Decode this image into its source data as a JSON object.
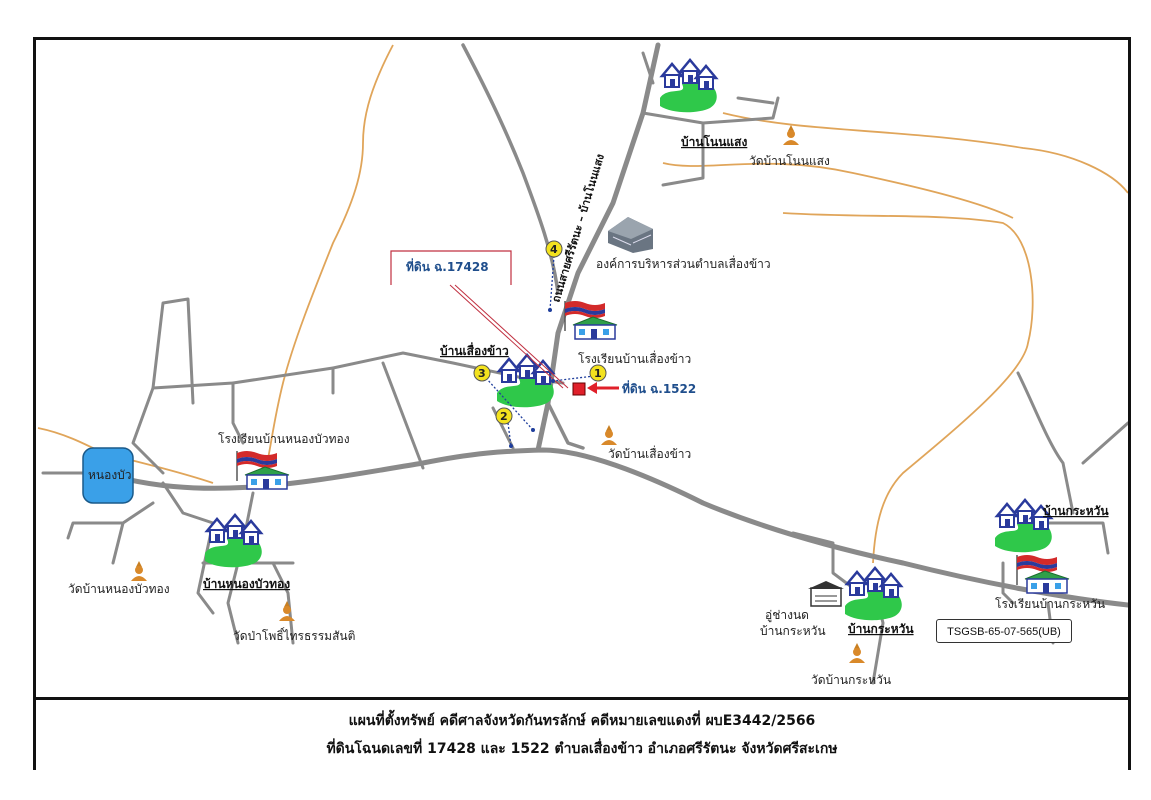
{
  "caption": {
    "line1": "แผนที่ตั้งทรัพย์ คดีศาลจังหวัดกันทรลักษ์ คดีหมายเลขแดงที่ ผบE3442/2566",
    "line2": "ที่ดินโฉนดเลขที่ 17428 และ 1522 ตำบลเสื่องข้าว อำเภอศรีรัตนะ จังหวัดศรีสะเกษ"
  },
  "reference_code": "TSGSB-65-07-565(UB)",
  "road_name": "ถนนสายศรีรัตนะ – บ้านโนนแสง",
  "parcels": [
    {
      "label": "ที่ดิน ฉ.17428"
    },
    {
      "label": "ที่ดิน ฉ.1522"
    }
  ],
  "villages": [
    {
      "name": "บ้านโนนแสง"
    },
    {
      "name": "บ้านเสื่องข้าว"
    },
    {
      "name": "บ้านหนองบัวทอง"
    },
    {
      "name": "บ้านกระหวัน"
    },
    {
      "name": "บ้านกระหวัน"
    }
  ],
  "places": {
    "temple_nonsaeng": "วัดบ้านโนนแสง",
    "sao": "องค์การบริหารส่วนตำบลเสื่องข้าว",
    "school_sueangkhao": "โรงเรียนบ้านเสื่องข้าว",
    "temple_sueangkhao": "วัดบ้านเสื่องข้าว",
    "school_nongbuathong": "โรงเรียนบ้านหนองบัวทอง",
    "pond": "หนองบัว",
    "temple_nongbuathong": "วัดบ้านหนองบัวทอง",
    "temple_pabodhi": "วัดป่าโพธิ์ไทรธรรมสันติ",
    "garage_line1": "อู่ช่างนด",
    "garage_line2": "บ้านกระหวัน",
    "temple_krawan": "วัดบ้านกระหวัน",
    "school_krawan": "โรงเรียนบ้านกระหวัน"
  },
  "markers": [
    "1",
    "2",
    "3",
    "4"
  ],
  "colors": {
    "road": "#8a8a8a",
    "dirt_road": "#e0a55a",
    "water": "#3aa0e8",
    "green": "#2fc84a",
    "parcel": "#e0202a",
    "house_blue": "#2a3a9c",
    "marker": "#f3e21e"
  }
}
